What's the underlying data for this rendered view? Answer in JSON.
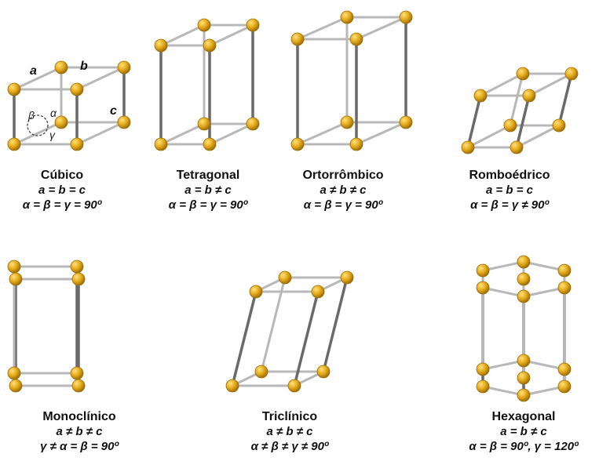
{
  "colors": {
    "rod_front": "#6a6a6a",
    "rod_back": "#b8b8b8",
    "atom_fill": "#e3a81a",
    "atom_dark": "#9c6d05",
    "atom_light": "#ffe27a",
    "text": "#111111"
  },
  "edge_labels": {
    "a": "a",
    "b": "b",
    "c": "c"
  },
  "angle_labels": {
    "alpha": "α",
    "beta": "β",
    "gamma": "γ"
  },
  "systems": [
    {
      "name": "Cúbico",
      "line1": "a = b = c",
      "line2": "α = β = γ = 90º"
    },
    {
      "name": "Tetragonal",
      "line1": "a = b ≠ c",
      "line2": "α = β = γ = 90º"
    },
    {
      "name": "Ortorrômbico",
      "line1": "a ≠ b ≠ c",
      "line2": "α = β = γ = 90º"
    },
    {
      "name": "Romboédrico",
      "line1": "a = b = c",
      "line2": "α = β = γ ≠ 90º"
    },
    {
      "name": "Monoclínico",
      "line1": "a ≠ b ≠ c",
      "line2": "γ ≠ α = β = 90º"
    },
    {
      "name": "Triclínico",
      "line1": "a ≠ b ≠ c",
      "line2": "α ≠ β ≠ γ ≠ 90º"
    },
    {
      "name": "Hexagonal",
      "line1": "a = b ≠ c",
      "line2": "α = β = 90º, γ = 120º"
    }
  ]
}
